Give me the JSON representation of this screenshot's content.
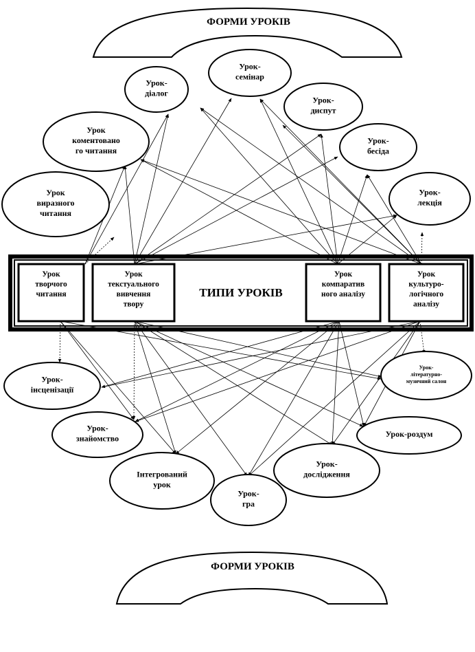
{
  "header_top": "ФОРМИ УРОКІВ",
  "header_bottom": "ФОРМИ УРОКІВ",
  "center_label": "ТИПИ УРОКІВ",
  "types": [
    {
      "id": "t1",
      "lines": [
        "Урок",
        "творчого",
        "читання"
      ]
    },
    {
      "id": "t2",
      "lines": [
        "Урок",
        "текстуального",
        "вивчення",
        "твору"
      ]
    },
    {
      "id": "t3",
      "lines": [
        "Урок",
        "компаратив",
        "ного аналізу"
      ]
    },
    {
      "id": "t4",
      "lines": [
        "Урок",
        "культуро-",
        "логічного",
        "аналізу"
      ]
    }
  ],
  "forms": [
    {
      "id": "f_dialog",
      "lines": [
        "Урок-",
        "діалог"
      ]
    },
    {
      "id": "f_seminar",
      "lines": [
        "Урок-",
        "семінар"
      ]
    },
    {
      "id": "f_disput",
      "lines": [
        "Урок-",
        "диспут"
      ]
    },
    {
      "id": "f_komment",
      "lines": [
        "Урок",
        "коментовано",
        "го читання"
      ]
    },
    {
      "id": "f_besida",
      "lines": [
        "Урок-",
        "бесіда"
      ]
    },
    {
      "id": "f_vyrazn",
      "lines": [
        "Урок",
        "виразного",
        "читання"
      ]
    },
    {
      "id": "f_lektsia",
      "lines": [
        "Урок-",
        "лекція"
      ]
    },
    {
      "id": "f_inscen",
      "lines": [
        "Урок-",
        "інсценізації"
      ]
    },
    {
      "id": "f_salon",
      "lines": [
        "Урок-",
        "літературно-",
        "музичний салон"
      ]
    },
    {
      "id": "f_znayom",
      "lines": [
        "Урок-",
        "знайомство"
      ]
    },
    {
      "id": "f_rozdum",
      "lines": [
        "Урок-роздум"
      ]
    },
    {
      "id": "f_integr",
      "lines": [
        "Інтегрований",
        "урок"
      ]
    },
    {
      "id": "f_doslid",
      "lines": [
        "Урок-",
        "дослідження"
      ]
    },
    {
      "id": "f_gra",
      "lines": [
        "Урок-",
        "гра"
      ]
    }
  ]
}
